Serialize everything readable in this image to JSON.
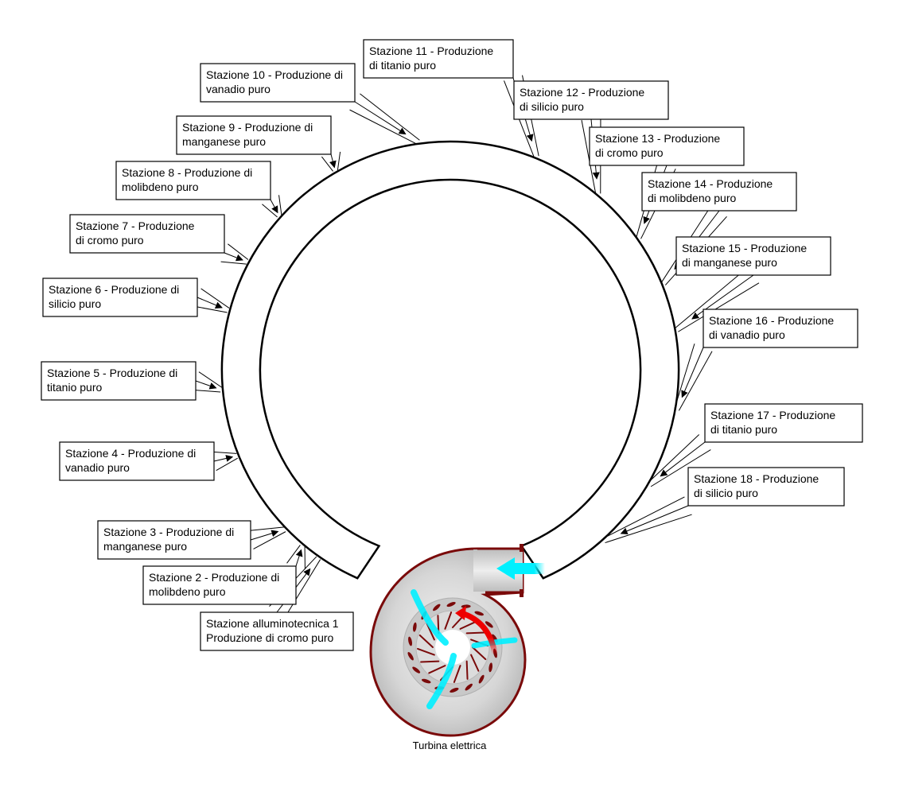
{
  "diagram": {
    "title": "Anello di stazioni di produzione con turbina elettrica",
    "turbine_label": "Turbina elettrica",
    "colors": {
      "line": "#000000",
      "turbine_outline": "#7a0a0a",
      "turbine_fill": "#d8d8d8",
      "flow_in": "#00f0ff",
      "flow_out": "#ee0000",
      "blade": "#7a0a0a"
    },
    "stations": [
      {
        "id": "1",
        "lines": [
          "Stazione alluminotecnica 1",
          "Produzione di cromo puro"
        ],
        "element": "cromo"
      },
      {
        "id": "2",
        "lines": [
          "Stazione 2 - Produzione di",
          "molibdeno puro"
        ],
        "element": "molibdeno"
      },
      {
        "id": "3",
        "lines": [
          "Stazione 3 - Produzione di",
          "manganese puro"
        ],
        "element": "manganese"
      },
      {
        "id": "4",
        "lines": [
          "Stazione 4 - Produzione di",
          "vanadio puro"
        ],
        "element": "vanadio"
      },
      {
        "id": "5",
        "lines": [
          "Stazione 5 - Produzione di",
          "titanio puro"
        ],
        "element": "titanio"
      },
      {
        "id": "6",
        "lines": [
          "Stazione 6 - Produzione di",
          "silicio puro"
        ],
        "element": "silicio"
      },
      {
        "id": "7",
        "lines": [
          "Stazione 7 - Produzione",
          "di cromo puro"
        ],
        "element": "cromo"
      },
      {
        "id": "8",
        "lines": [
          "Stazione 8 - Produzione di",
          "molibdeno puro"
        ],
        "element": "molibdeno"
      },
      {
        "id": "9",
        "lines": [
          "Stazione 9 - Produzione di",
          "manganese puro"
        ],
        "element": "manganese"
      },
      {
        "id": "10",
        "lines": [
          "Stazione 10 - Produzione di",
          "vanadio puro"
        ],
        "element": "vanadio"
      },
      {
        "id": "11",
        "lines": [
          "Stazione 11 - Produzione",
          "di titanio puro"
        ],
        "element": "titanio"
      },
      {
        "id": "12",
        "lines": [
          "Stazione 12 - Produzione",
          "di silicio puro"
        ],
        "element": "silicio"
      },
      {
        "id": "13",
        "lines": [
          "Stazione 13 - Produzione",
          "di cromo puro"
        ],
        "element": "cromo"
      },
      {
        "id": "14",
        "lines": [
          "Stazione 14 - Produzione",
          "di molibdeno puro"
        ],
        "element": "molibdeno"
      },
      {
        "id": "15",
        "lines": [
          "Stazione 15 - Produzione",
          "di manganese puro"
        ],
        "element": "manganese"
      },
      {
        "id": "16",
        "lines": [
          "Stazione 16 - Produzione",
          "di vanadio puro"
        ],
        "element": "vanadio"
      },
      {
        "id": "17",
        "lines": [
          "Stazione 17 - Produzione",
          "di titanio puro"
        ],
        "element": "titanio"
      },
      {
        "id": "18",
        "lines": [
          "Stazione 18 - Produzione",
          "di silicio puro"
        ],
        "element": "silicio"
      }
    ]
  }
}
